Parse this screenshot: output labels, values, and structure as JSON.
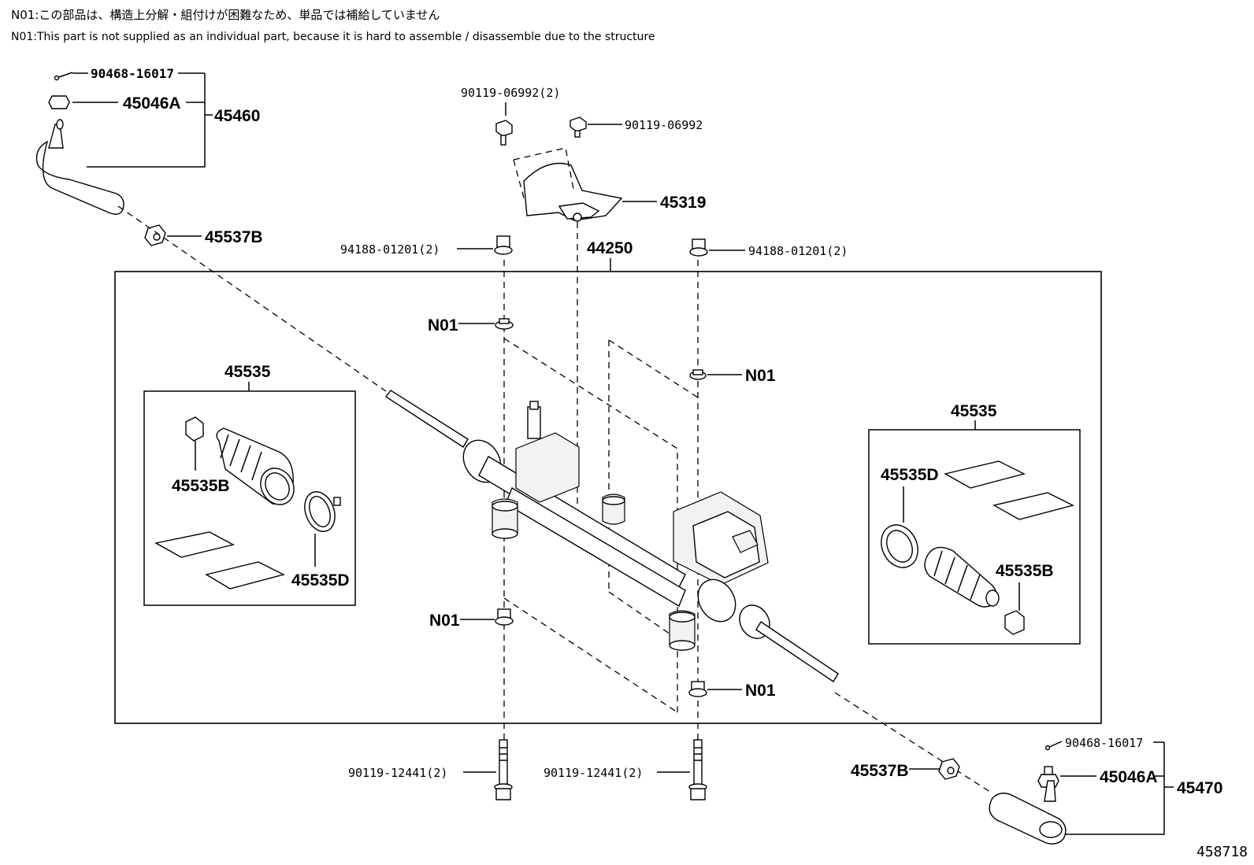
{
  "notes": {
    "jp": "N01:この部品は、構造上分解・組付けが困難なため、単品では補給していません",
    "en": "N01:This part is not supplied as an individual part, because it is hard to assemble / disassemble due to the structure"
  },
  "labels": {
    "cotter_pin_left": "90468-16017",
    "nut_45046a_left": "45046A",
    "tie_rod_end_left": "45460",
    "nut_45537b_left": "45537B",
    "bolt_top_2": "90119-06992(2)",
    "bolt_top": "90119-06992",
    "bracket": "45319",
    "nut_94188_left": "94188-01201(2)",
    "gear_assembly": "44250",
    "nut_94188_right": "94188-01201(2)",
    "n01_top_left": "N01",
    "n01_top_right": "N01",
    "n01_bottom_left": "N01",
    "n01_bottom_right": "N01",
    "boot_kit_left": "45535",
    "clip_left": "45535B",
    "clamp_left": "45535D",
    "boot_kit_right": "45535",
    "clamp_right": "45535D",
    "clip_right": "45535B",
    "bolt_bottom_left": "90119-12441(2)",
    "bolt_bottom_right": "90119-12441(2)",
    "nut_45537b_right": "45537B",
    "cotter_pin_right": "90468-16017",
    "nut_45046a_right": "45046A",
    "tie_rod_end_right": "45470"
  },
  "figure_number": "458718"
}
